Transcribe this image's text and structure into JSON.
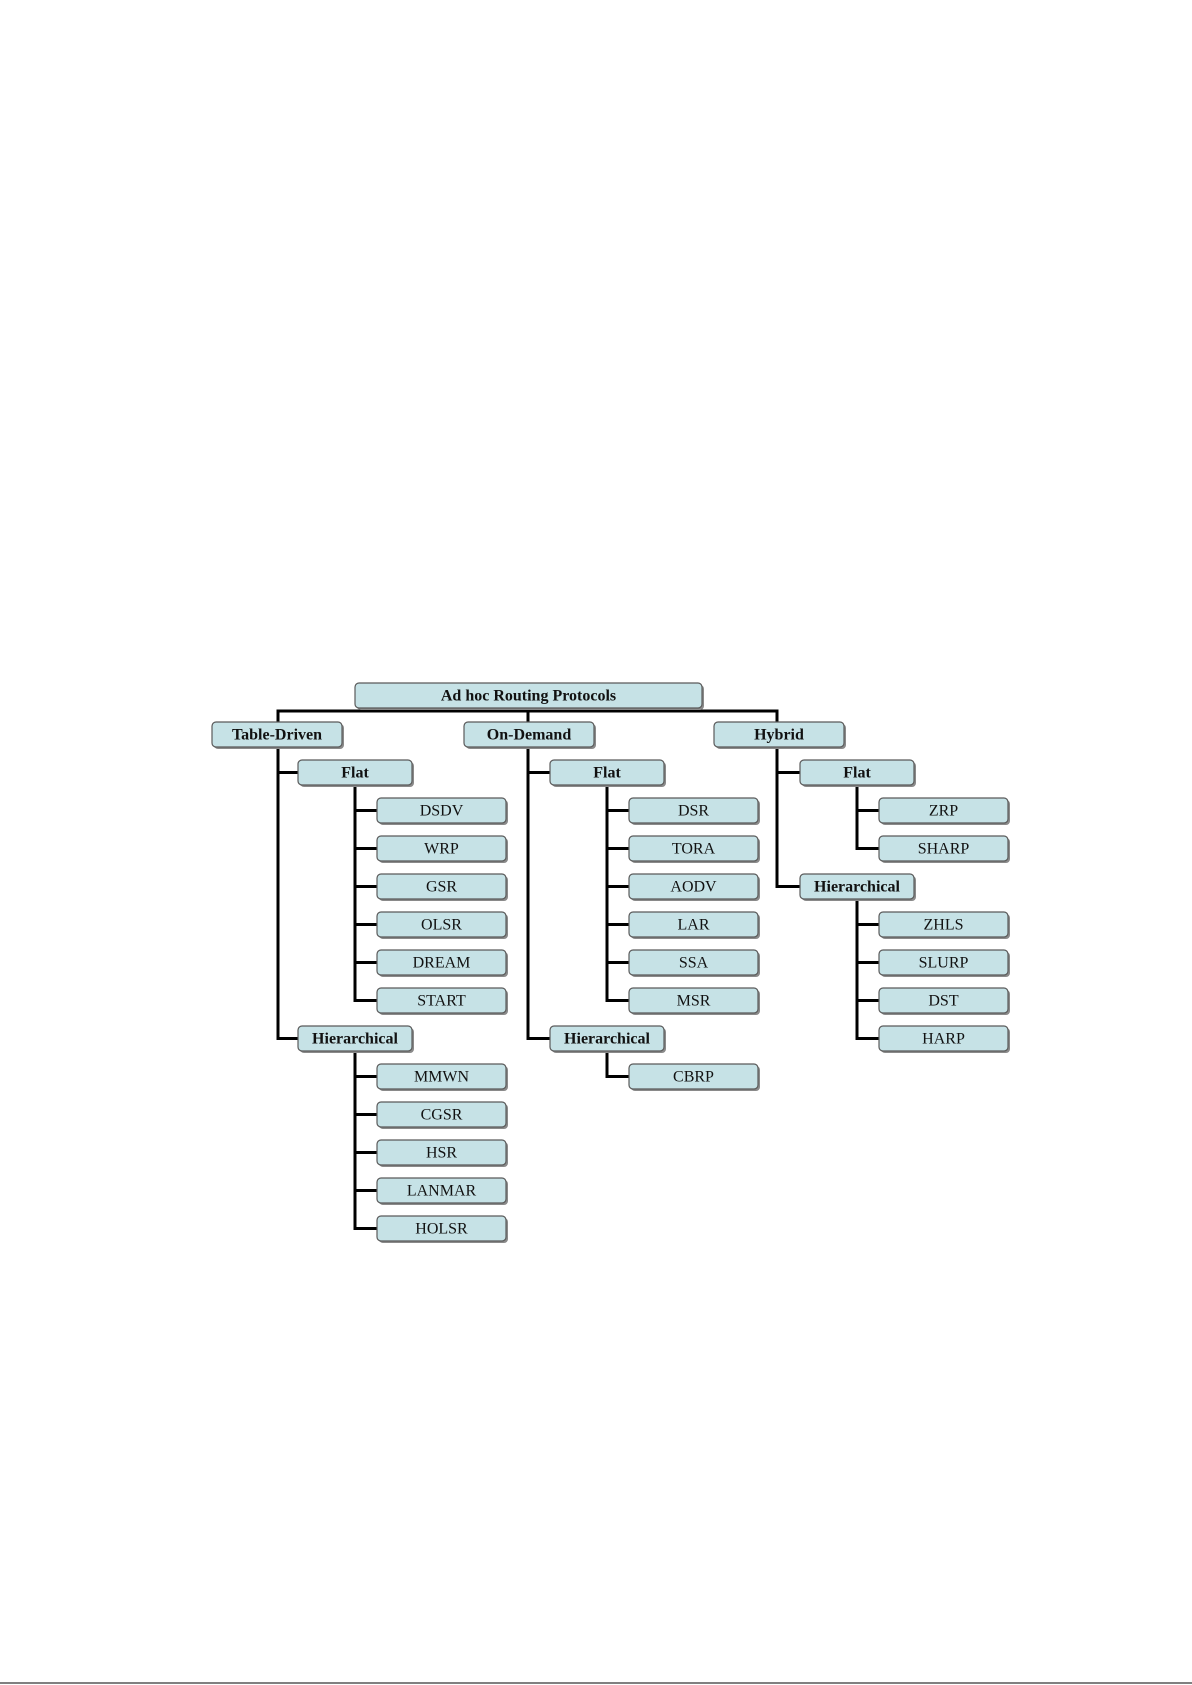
{
  "diagram": {
    "root": "Ad hoc Routing Protocols",
    "categories": [
      {
        "label": "Table-Driven",
        "groups": [
          {
            "label": "Flat",
            "items": [
              "DSDV",
              "WRP",
              "GSR",
              "OLSR",
              "DREAM",
              "START"
            ]
          },
          {
            "label": "Hierarchical",
            "items": [
              "MMWN",
              "CGSR",
              "HSR",
              "LANMAR",
              "HOLSR"
            ]
          }
        ]
      },
      {
        "label": "On-Demand",
        "groups": [
          {
            "label": "Flat",
            "items": [
              "DSR",
              "TORA",
              "AODV",
              "LAR",
              "SSA",
              "MSR"
            ]
          },
          {
            "label": "Hierarchical",
            "items": [
              "CBRP"
            ]
          }
        ]
      },
      {
        "label": "Hybrid",
        "groups": [
          {
            "label": "Flat",
            "items": [
              "ZRP",
              "SHARP"
            ]
          },
          {
            "label": "Hierarchical",
            "items": [
              "ZHLS",
              "SLURP",
              "DST",
              "HARP"
            ]
          }
        ]
      }
    ]
  },
  "colors": {
    "node_fill": "#c6e2e6",
    "node_border": "#5a5a5a",
    "connector": "#000000"
  }
}
